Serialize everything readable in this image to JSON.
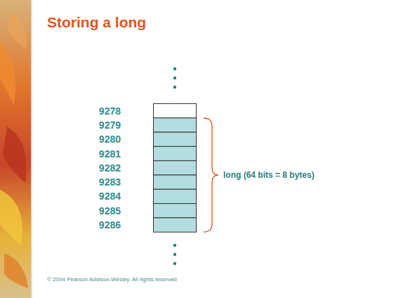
{
  "diagram": {
    "title": "Storing a long",
    "labels": [
      "9278",
      "9279",
      "9280",
      "9281",
      "9282",
      "9283",
      "9284",
      "9285",
      "9286",
      "long (64 bits = 8 bytes)",
      "© 2004 Pearson Addison-Wesley. All rights reserved"
    ]
  }
}
